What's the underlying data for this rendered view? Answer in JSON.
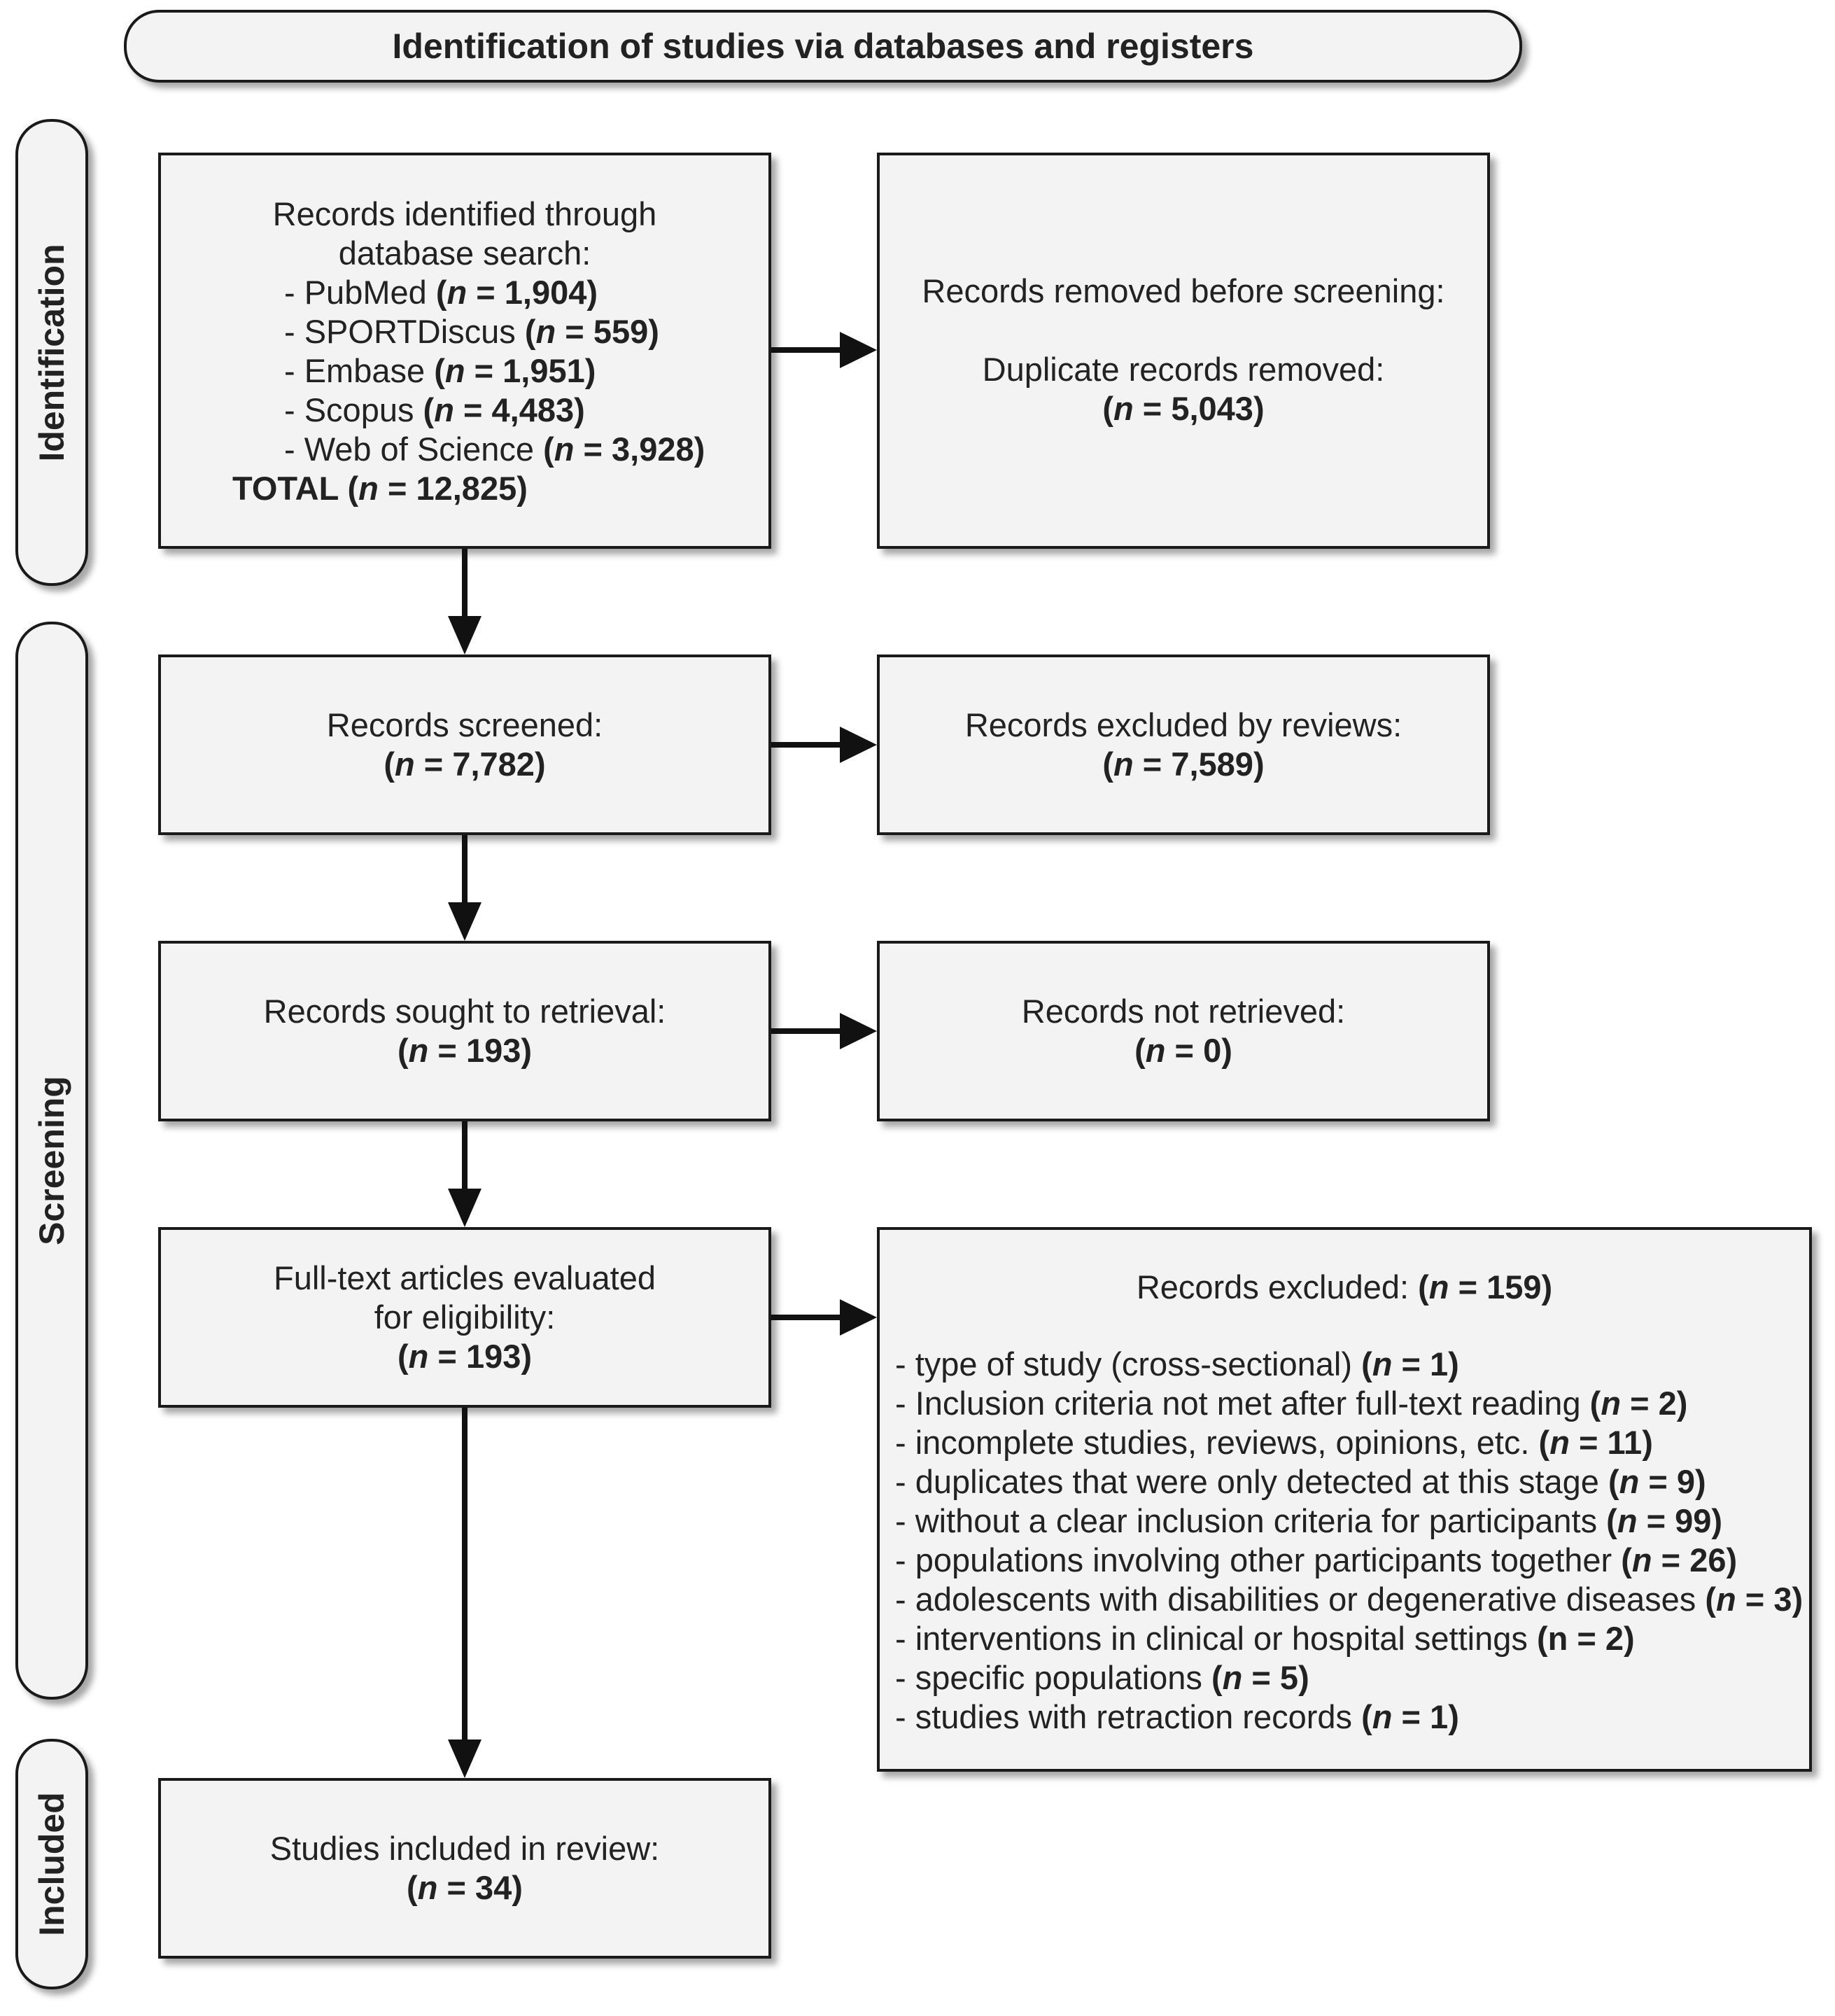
{
  "header": {
    "title": "Identification of studies via databases and registers"
  },
  "phases": {
    "identification": "Identification",
    "screening": "Screening",
    "included": "Included"
  },
  "identified": {
    "line1": "Records identified through",
    "line2": "database search:",
    "sources": [
      {
        "name": "- PubMed",
        "n": "1,904"
      },
      {
        "name": "- SPORTDiscus",
        "n": "559"
      },
      {
        "name": "- Embase",
        "n": "1,951"
      },
      {
        "name": "- Scopus",
        "n": "4,483"
      },
      {
        "name": "- Web of Science",
        "n": "3,928"
      }
    ],
    "total_label": "TOTAL",
    "total_n": "12,825"
  },
  "removed": {
    "line1": "Records removed before screening:",
    "line2": "Duplicate records removed:",
    "n": "5,043"
  },
  "screened": {
    "label": "Records screened:",
    "n": "7,782"
  },
  "excluded_reviews": {
    "label": "Records excluded by reviews:",
    "n": "7,589"
  },
  "sought": {
    "label": "Records sought to retrieval:",
    "n": "193"
  },
  "not_retrieved": {
    "label": "Records not retrieved:",
    "n": "0"
  },
  "fulltext": {
    "line1": "Full-text articles evaluated",
    "line2": "for eligibility:",
    "n": "193"
  },
  "excluded": {
    "label": "Records excluded:",
    "n": "159",
    "reasons": [
      {
        "text": "- type of study (cross-sectional)",
        "n": "1",
        "italic_n": true
      },
      {
        "text": "- Inclusion criteria not met after full-text reading",
        "n": "2",
        "italic_n": true
      },
      {
        "text": "- incomplete studies, reviews, opinions, etc.",
        "n": "11",
        "italic_n": true
      },
      {
        "text": "- duplicates that were only detected at this stage",
        "n": "9",
        "italic_n": true
      },
      {
        "text": "- without a clear inclusion criteria for participants",
        "n": "99",
        "italic_n": true
      },
      {
        "text": "- populations involving other participants together",
        "n": "26",
        "italic_n": true
      },
      {
        "text": "- adolescents with disabilities or degenerative diseases",
        "n": "3",
        "italic_n": true
      },
      {
        "text": "- interventions in clinical or hospital settings",
        "n": "2",
        "italic_n": false
      },
      {
        "text": "- specific populations",
        "n": "5",
        "italic_n": true
      },
      {
        "text": "- studies with retraction records",
        "n": "1",
        "italic_n": true
      }
    ]
  },
  "included": {
    "label": "Studies included in review:",
    "n": "34"
  },
  "notation": {
    "n_symbol": "n",
    "eq": " = ",
    "open": "(",
    "close": ")"
  }
}
